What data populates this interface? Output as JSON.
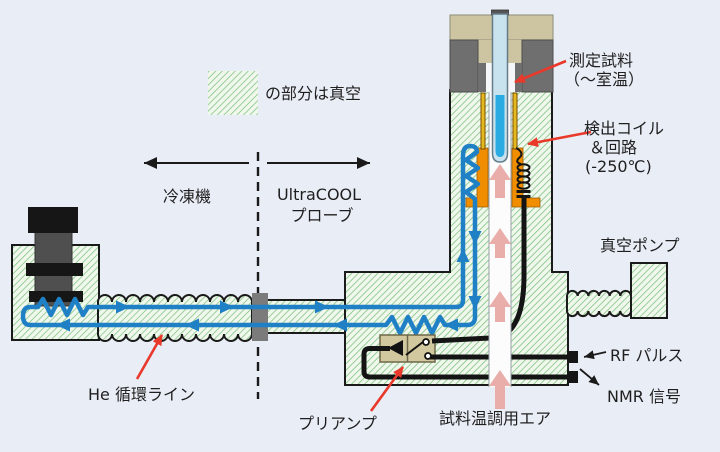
{
  "legend": {
    "label": "の部分は真空"
  },
  "sections": {
    "left": "冷凍機",
    "right_line1": "UltraCOOL",
    "right_line2": "プローブ"
  },
  "labels": {
    "sample_1": "測定試料",
    "sample_2": "（～室温）",
    "coil_1": "検出コイル",
    "coil_2": "＆回路",
    "coil_3": "(-250℃)",
    "vacuum_pump": "真空ポンプ",
    "rf_pulse": "RF パルス",
    "nmr_signal": "NMR 信号",
    "air": "試料温調用エア",
    "preamp": "プリアンプ",
    "he_line": "He 循環ライン"
  },
  "colors": {
    "background": "#e9edf6",
    "hatch_line_green": "#7ec27f",
    "hatch_bg": "#f0f7ec",
    "he_blue": "#2080c5",
    "sample_blue": "#2aabe2",
    "tube_blue": "#c8e2ee",
    "air_pink": "#e9aeaa",
    "orange": "#f18e00",
    "gold": "#e5ba1e",
    "tan": "#cdc5a2",
    "preamp_tan": "#d2c89f",
    "gray_block": "#6f6f6f",
    "annotation_red": "#e8392b",
    "outline_black": "#1a1a1a"
  }
}
